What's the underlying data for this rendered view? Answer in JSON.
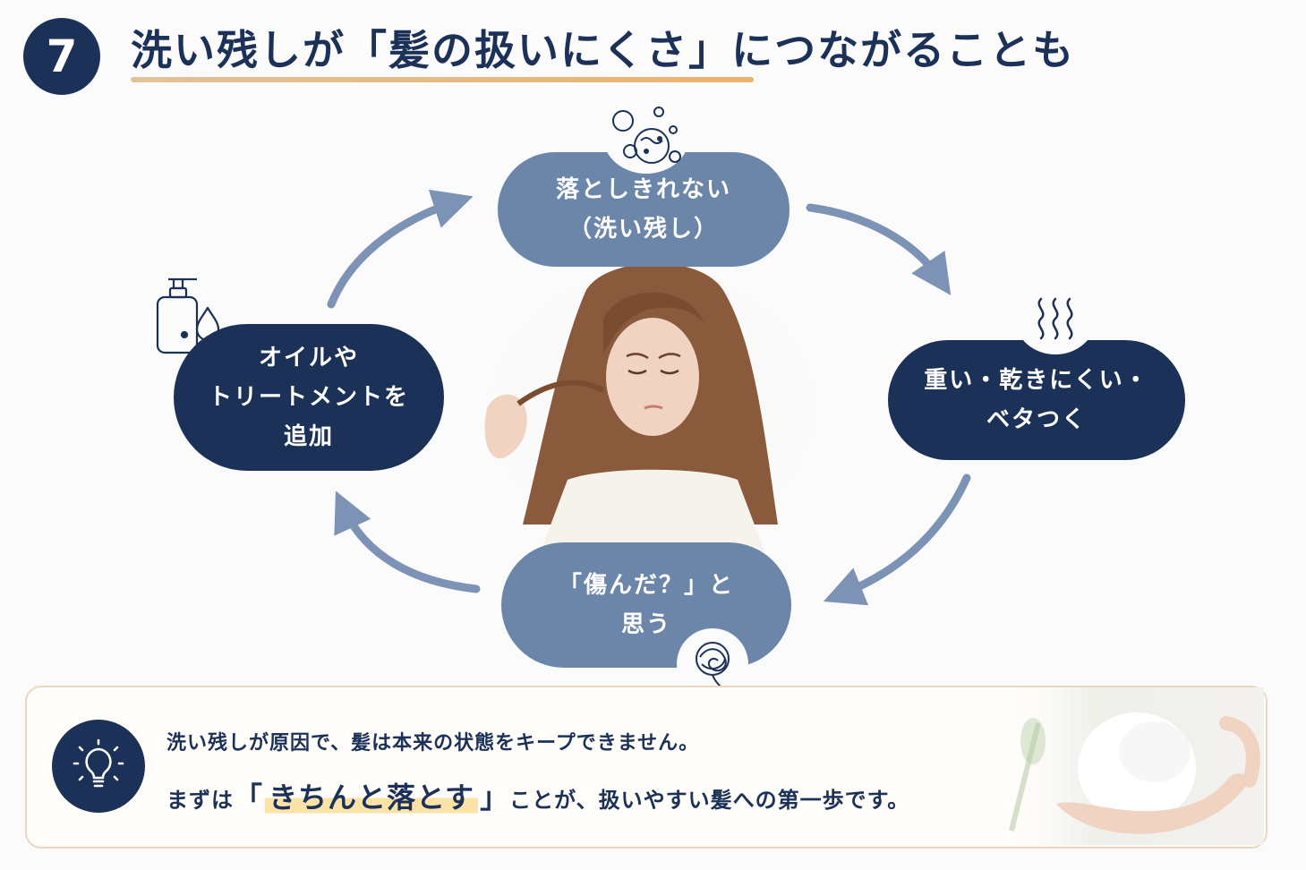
{
  "header": {
    "step_number": "7",
    "title": "洗い残しが「髪の扱いにくさ」につながることも"
  },
  "cycle": {
    "top": {
      "line1": "落としきれない",
      "line2": "（洗い残し）",
      "icon": "bubbles-icon"
    },
    "right": {
      "line1": "重い・乾きにくい・",
      "line2": "ベタつく",
      "icon": "steam-icon"
    },
    "bottom": {
      "line1": "「傷んだ？」と",
      "line2": "思う",
      "icon": "tangle-icon"
    },
    "left": {
      "line1": "オイルや",
      "line2": "トリートメントを",
      "line3": "追加",
      "icon": "pump-bottle-icon"
    }
  },
  "tip": {
    "icon": "lightbulb-icon",
    "line1": "洗い残しが原因で、髪は本来の状態をキープできません。",
    "line2_prefix": "まずは",
    "open_bracket": "「",
    "emphasis": "きちんと落とす",
    "close_bracket": "」",
    "line2_suffix": "ことが、扱いやすい髪への第一歩です。"
  },
  "colors": {
    "navy": "#1c3157",
    "slate_blue": "#6c86aa",
    "arrow": "#7c93b6",
    "accent_gold": "#e9b36d",
    "highlight": "#fbe3a8"
  }
}
